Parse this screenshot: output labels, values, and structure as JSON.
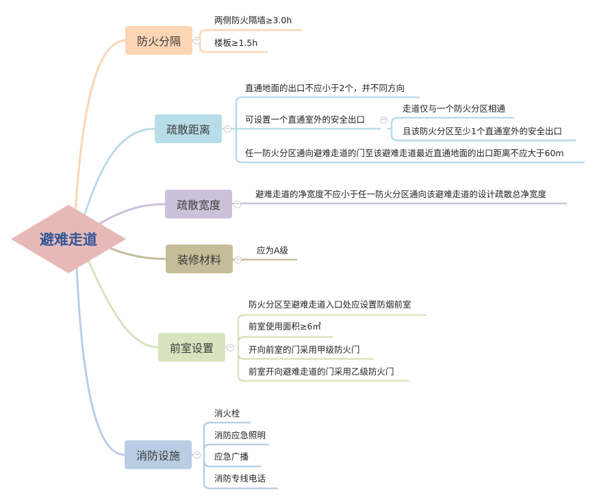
{
  "center": {
    "label": "避难走道",
    "color": "#e6b9b8"
  },
  "toggle_glyph": "−",
  "branches": [
    {
      "label": "防火分隔",
      "color": "#fcd5b4",
      "children": [
        "两侧防火隔墙≥3.0h",
        "楼板≥1.5h"
      ]
    },
    {
      "label": "疏散距离",
      "color": "#b7dde8",
      "children": [
        "直通地面的出口不应小于2个，并不同方向",
        {
          "label": "可设置一个直通室外的安全出口",
          "children": [
            "走道仅与一个防火分区相通",
            "且该防火分区至少1个直通室外的安全出口"
          ]
        },
        "任一防火分区通向避难走道的门至该避难走道最近直通地面的出口距离不应大于60m"
      ]
    },
    {
      "label": "疏散宽度",
      "color": "#ccc1da",
      "children": [
        "避难走道的净宽度不应小于任一防火分区通向该避难走道的设计疏散总净宽度"
      ]
    },
    {
      "label": "装修材料",
      "color": "#c4bd97",
      "children": [
        "应为A级"
      ]
    },
    {
      "label": "前室设置",
      "color": "#d7e4bd",
      "children": [
        "防火分区至避难走道入口处应设置防烟前室",
        "前室使用面积≥6㎡",
        "开向前室的门采用甲级防火门",
        "前室开向避难走道的门采用乙级防火门"
      ]
    },
    {
      "label": "消防设施",
      "color": "#b9cde5",
      "children": [
        "消火栓",
        "消防应急照明",
        "应急广播",
        "消防专线电话"
      ]
    }
  ]
}
